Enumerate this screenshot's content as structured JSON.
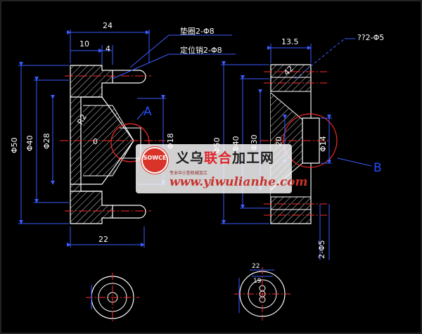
{
  "left_view": {
    "dim_top_width": "24",
    "dim_10": "10",
    "dim_4": "4",
    "dim_bottom_width": "22",
    "dia_outer": "Φ50",
    "dia_mid": "Φ40",
    "dia_inner": "Φ28",
    "dia_small": "Φ18",
    "radius": "R2",
    "zero_mark": "0",
    "callout_washer": "垫圈2-Φ8",
    "callout_pin": "定位销2-Φ8",
    "detail_label": "A"
  },
  "right_view": {
    "dim_top_width": "13.5",
    "callout_top": "??2-Φ5",
    "dia_outer": "Φ50",
    "dia_mid": "Φ40",
    "dia_inner": "Φ30",
    "dia_20": "20",
    "dia_14": "Φ14",
    "angle_note": "42",
    "side_dim": "2-Φ5",
    "detail_label": "B"
  },
  "bottom_views": {
    "right_dim_1": "22",
    "right_dim_2": "19"
  },
  "watermark": {
    "seal_text": "鼎陶 SOWCE",
    "brand_dark1": "义乌",
    "brand_red": "联合",
    "brand_dark2": "加工网",
    "tagline": "专业中小型机械加工",
    "url": "www.yiwulianhe.com"
  },
  "colors": {
    "background": "#000000",
    "outline": "#ffffff",
    "dimension": "#3a5cff",
    "centerline": "#ff2a2a",
    "hatch": "#ffffff"
  }
}
